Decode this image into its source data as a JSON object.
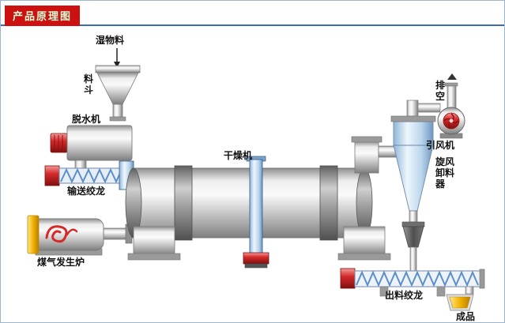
{
  "page": {
    "title": "产品原理图"
  },
  "colors": {
    "title_background": "#cc1111",
    "title_text": "#d8ffd8",
    "divider_blue": "#3a6db5",
    "motor_red": "#d42a2a",
    "flame_red": "#d42a2a",
    "furnace_yellow": "#f2b200",
    "equipment_steel": "#c6c6c6",
    "cyclone_blue": "#bcd6ec",
    "screw_blue": "#5b8fc9",
    "label_text": "#111111",
    "background": "#ffffff"
  },
  "diagram": {
    "labels": {
      "wet_material": "湿物料",
      "hopper": "料斗",
      "dewatering_machine": "脱水机",
      "feed_auger": "输送绞龙",
      "gas_furnace": "煤气发生炉",
      "dryer": "干燥机",
      "exhaust": "排空",
      "draft_fan": "引风机",
      "cyclone_discharger": "旋风卸料器",
      "discharge_auger": "出料绞龙",
      "finished_product": "成品"
    }
  }
}
